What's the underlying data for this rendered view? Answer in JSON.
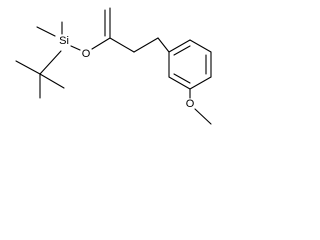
{
  "atoms": {
    "silicon": "Si",
    "silyl_ether_oxygen": "O",
    "methoxy_oxygen": "O"
  }
}
